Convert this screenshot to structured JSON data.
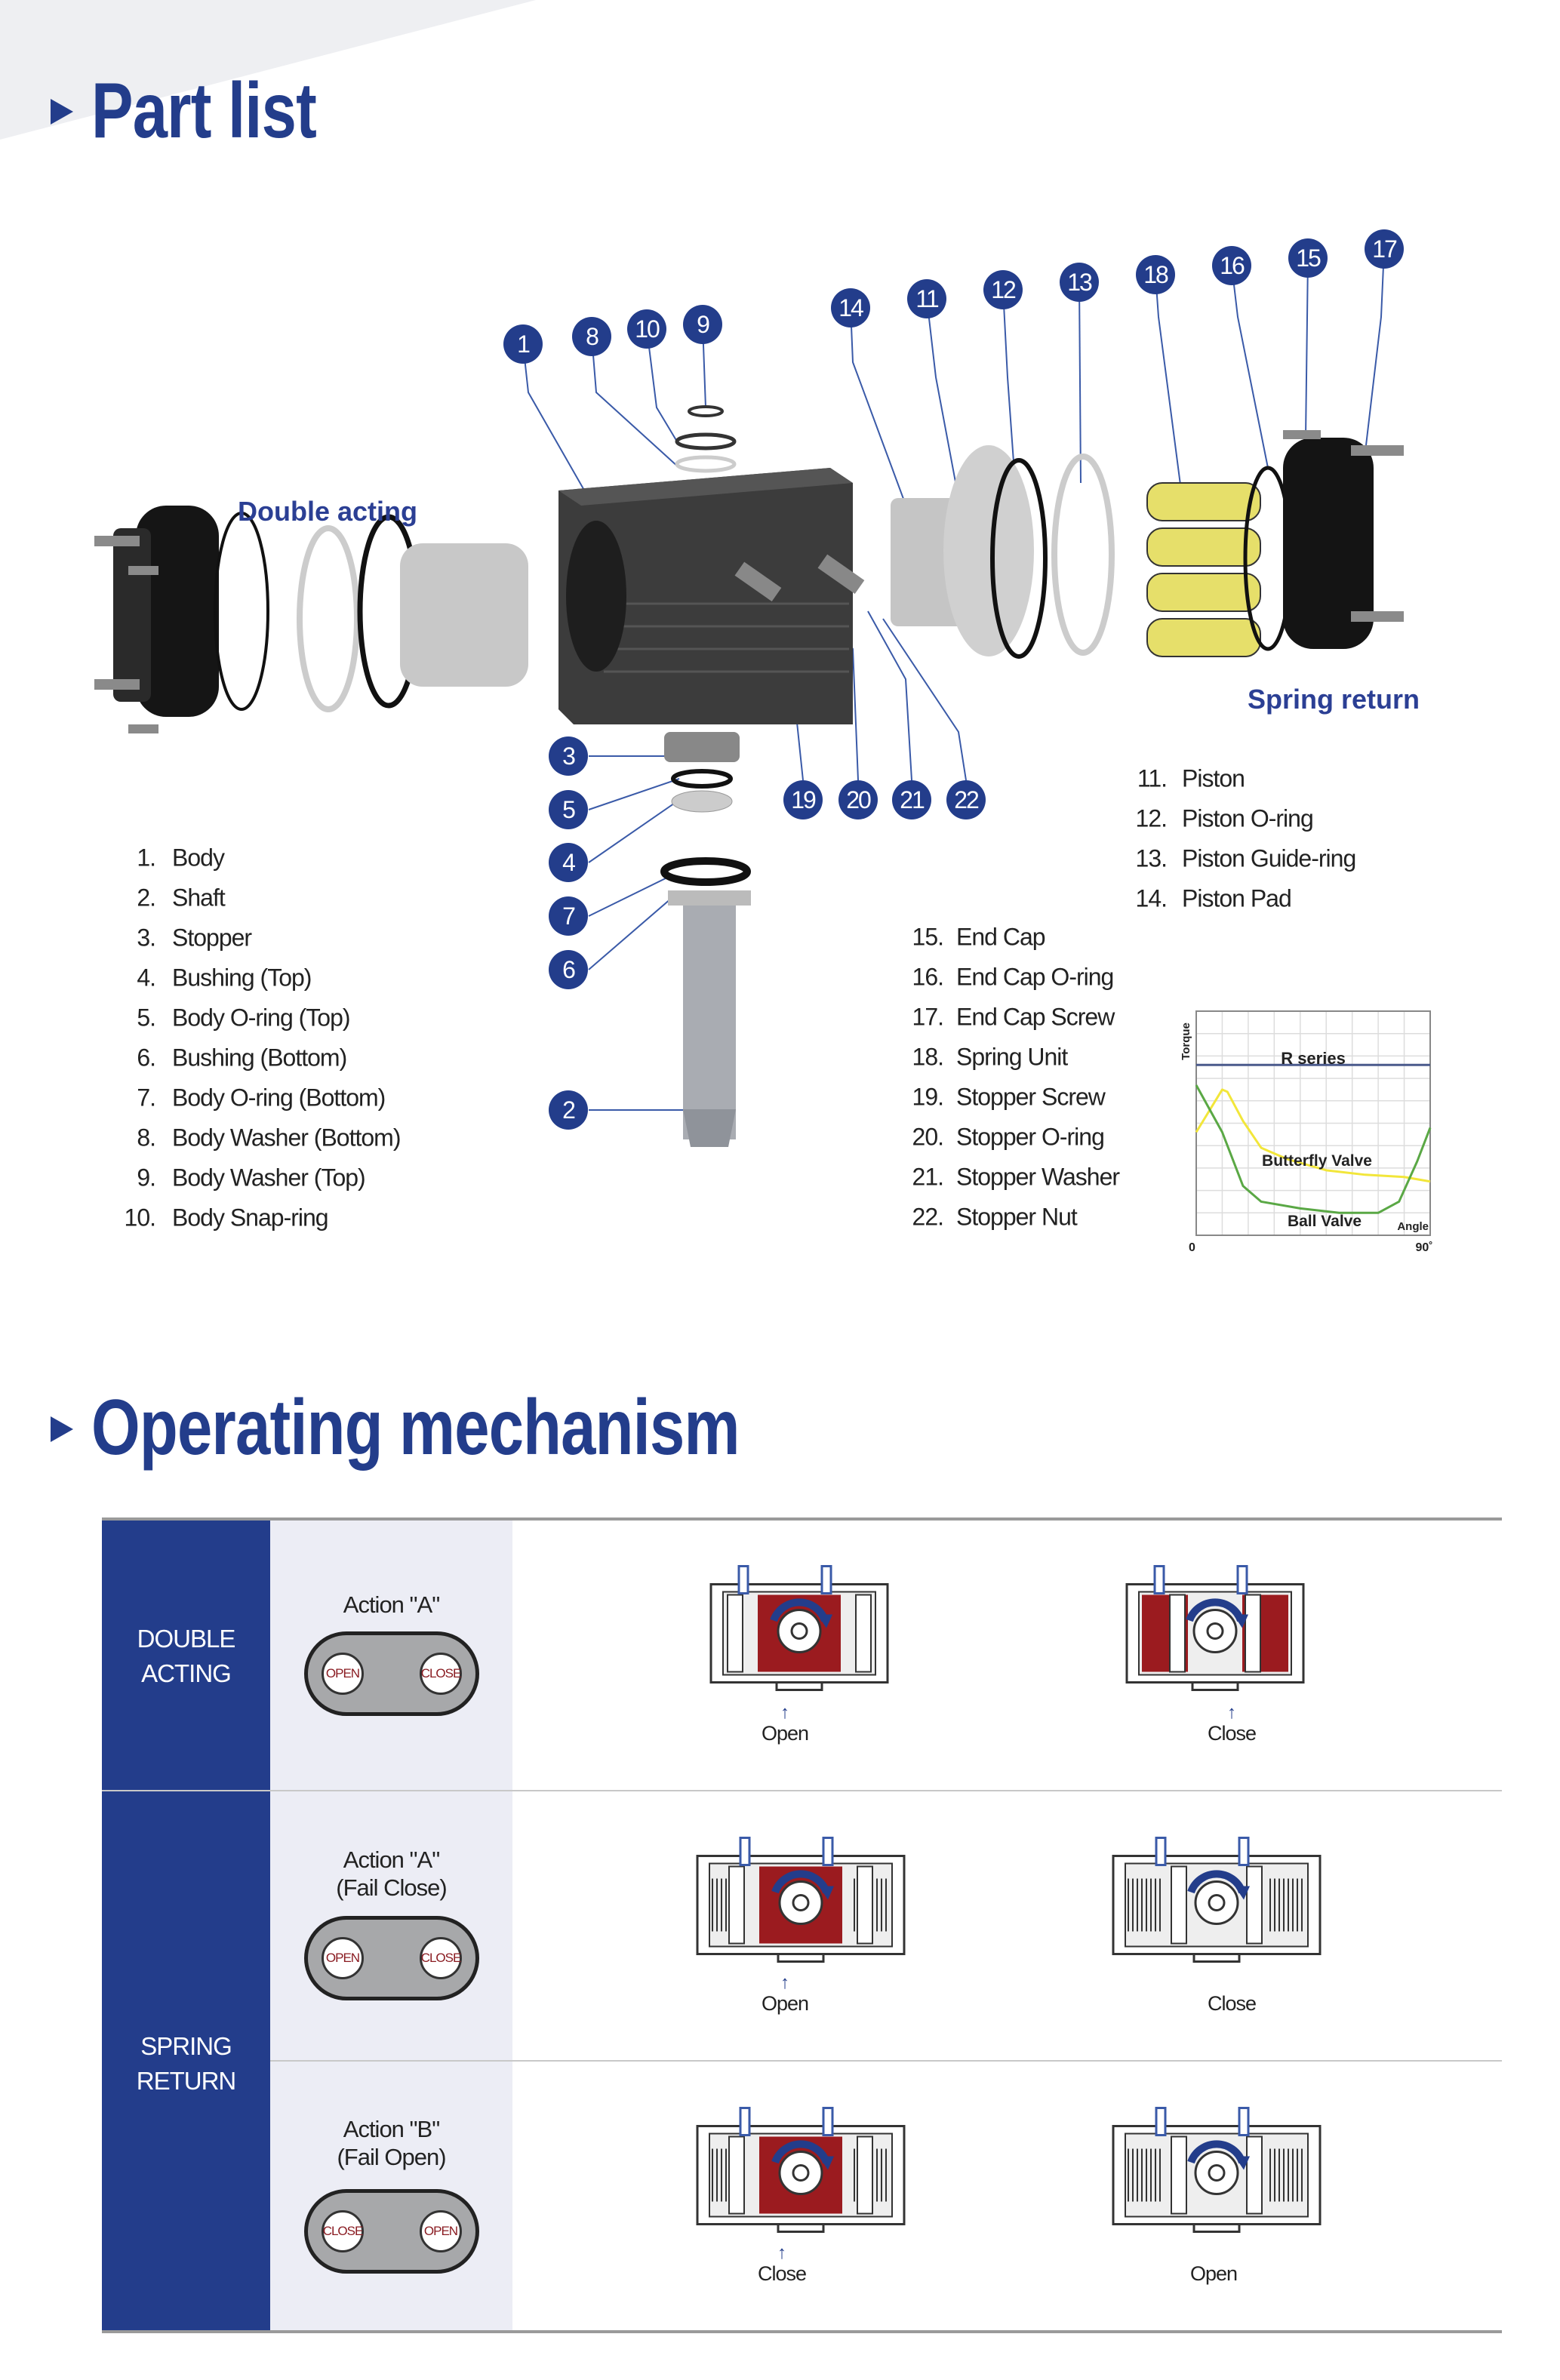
{
  "part_list": {
    "title": "Part list",
    "double_acting_label": "Double acting",
    "spring_return_label": "Spring return",
    "badges": [
      "1",
      "8",
      "10",
      "9",
      "14",
      "11",
      "12",
      "13",
      "18",
      "16",
      "15",
      "17",
      "3",
      "5",
      "4",
      "7",
      "6",
      "2",
      "19",
      "20",
      "21",
      "22"
    ],
    "items_a": [
      {
        "n": "1.",
        "t": "Body"
      },
      {
        "n": "2.",
        "t": "Shaft"
      },
      {
        "n": "3.",
        "t": "Stopper"
      },
      {
        "n": "4.",
        "t": "Bushing (Top)"
      },
      {
        "n": "5.",
        "t": "Body O-ring (Top)"
      },
      {
        "n": "6.",
        "t": "Bushing (Bottom)"
      },
      {
        "n": "7.",
        "t": "Body O-ring (Bottom)"
      },
      {
        "n": "8.",
        "t": "Body Washer (Bottom)"
      },
      {
        "n": "9.",
        "t": "Body Washer (Top)"
      },
      {
        "n": "10.",
        "t": "Body Snap-ring"
      }
    ],
    "items_b": [
      {
        "n": "11.",
        "t": "Piston"
      },
      {
        "n": "12.",
        "t": "Piston O-ring"
      },
      {
        "n": "13.",
        "t": "Piston Guide-ring"
      },
      {
        "n": "14.",
        "t": "Piston Pad"
      }
    ],
    "items_c": [
      {
        "n": "15.",
        "t": "End Cap"
      },
      {
        "n": "16.",
        "t": "End Cap O-ring"
      },
      {
        "n": "17.",
        "t": "End Cap Screw"
      },
      {
        "n": "18.",
        "t": "Spring Unit"
      },
      {
        "n": "19.",
        "t": "Stopper Screw"
      },
      {
        "n": "20.",
        "t": "Stopper O-ring"
      },
      {
        "n": "21.",
        "t": "Stopper Washer"
      },
      {
        "n": "22.",
        "t": "Stopper Nut"
      }
    ]
  },
  "chart_data": {
    "type": "line",
    "title": "R series",
    "xlabel": "Angle",
    "ylabel": "Torque",
    "x_ticks": [
      "0",
      "90˚"
    ],
    "xlim": [
      0,
      90
    ],
    "ylim": [
      0,
      100
    ],
    "grid": true,
    "series": [
      {
        "name": "R series",
        "color": "#4a5a8c",
        "x": [
          0,
          90
        ],
        "y": [
          76,
          76
        ]
      },
      {
        "name": "Butterfly Valve",
        "color": "#f2e63a",
        "x": [
          0,
          10,
          12,
          18,
          25,
          35,
          50,
          65,
          80,
          90
        ],
        "y": [
          46,
          65,
          64,
          51,
          39,
          34,
          29,
          27,
          26,
          24
        ]
      },
      {
        "name": "Ball Valve",
        "color": "#5aa845",
        "x": [
          0,
          10,
          18,
          25,
          40,
          55,
          70,
          78,
          85,
          90
        ],
        "y": [
          67,
          46,
          22,
          15,
          12,
          10,
          10,
          15,
          33,
          48
        ]
      }
    ]
  },
  "operating": {
    "title": "Operating mechanism",
    "rows": [
      {
        "group": [
          "DOUBLE",
          "ACTING"
        ],
        "action": [
          "Action \"A\""
        ],
        "buttons": [
          "OPEN",
          "CLOSE"
        ],
        "diagrams": [
          {
            "label": "Open"
          },
          {
            "label": "Close"
          }
        ]
      },
      {
        "group": [
          "SPRING",
          "RETURN"
        ],
        "action": [
          "Action \"A\"",
          "(Fail Close)"
        ],
        "buttons": [
          "OPEN",
          "CLOSE"
        ],
        "diagrams": [
          {
            "label": "Open"
          },
          {
            "label": "Close"
          }
        ]
      },
      {
        "action": [
          "Action \"B\"",
          "(Fail Open)"
        ],
        "buttons": [
          "CLOSE",
          "OPEN"
        ],
        "diagrams": [
          {
            "label": "Close"
          },
          {
            "label": "Open"
          }
        ]
      }
    ]
  },
  "colors": {
    "brand": "#233d8b",
    "red": "#9b1b1f"
  }
}
